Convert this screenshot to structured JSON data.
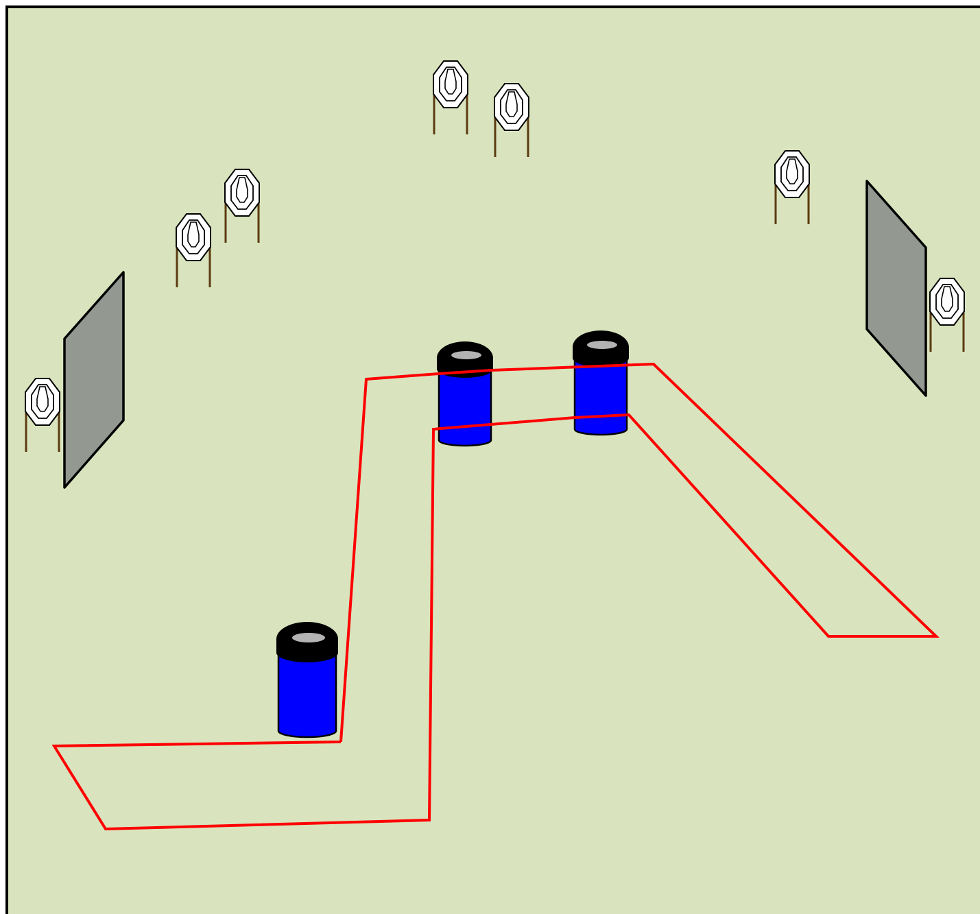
{
  "colors": {
    "ground": "#d9e4be",
    "border": "#000000",
    "fault_line": "#ff0000",
    "barrel_body": "#0000ff",
    "barrel_rim": "#000000",
    "barrel_top": "#b3b3b3",
    "wall": "#939891",
    "target_face": "#ffffff",
    "target_stand": "#5c3a10"
  },
  "scene": {
    "targets": [
      {
        "kind": "paper-target",
        "location": "left-wall-side"
      },
      {
        "kind": "paper-target",
        "location": "left-near"
      },
      {
        "kind": "paper-target",
        "location": "left-far"
      },
      {
        "kind": "paper-target",
        "location": "center-left"
      },
      {
        "kind": "paper-target",
        "location": "center-right"
      },
      {
        "kind": "paper-target",
        "location": "right-far"
      },
      {
        "kind": "paper-target",
        "location": "right-wall-side"
      }
    ],
    "walls": [
      {
        "kind": "barricade-wall",
        "location": "left"
      },
      {
        "kind": "barricade-wall",
        "location": "right"
      }
    ],
    "barrels": [
      {
        "kind": "barrel",
        "location": "front-left"
      },
      {
        "kind": "barrel",
        "location": "rear-center"
      },
      {
        "kind": "barrel",
        "location": "rear-right"
      }
    ],
    "shooting_area": {
      "kind": "fault-line-boundary"
    }
  }
}
